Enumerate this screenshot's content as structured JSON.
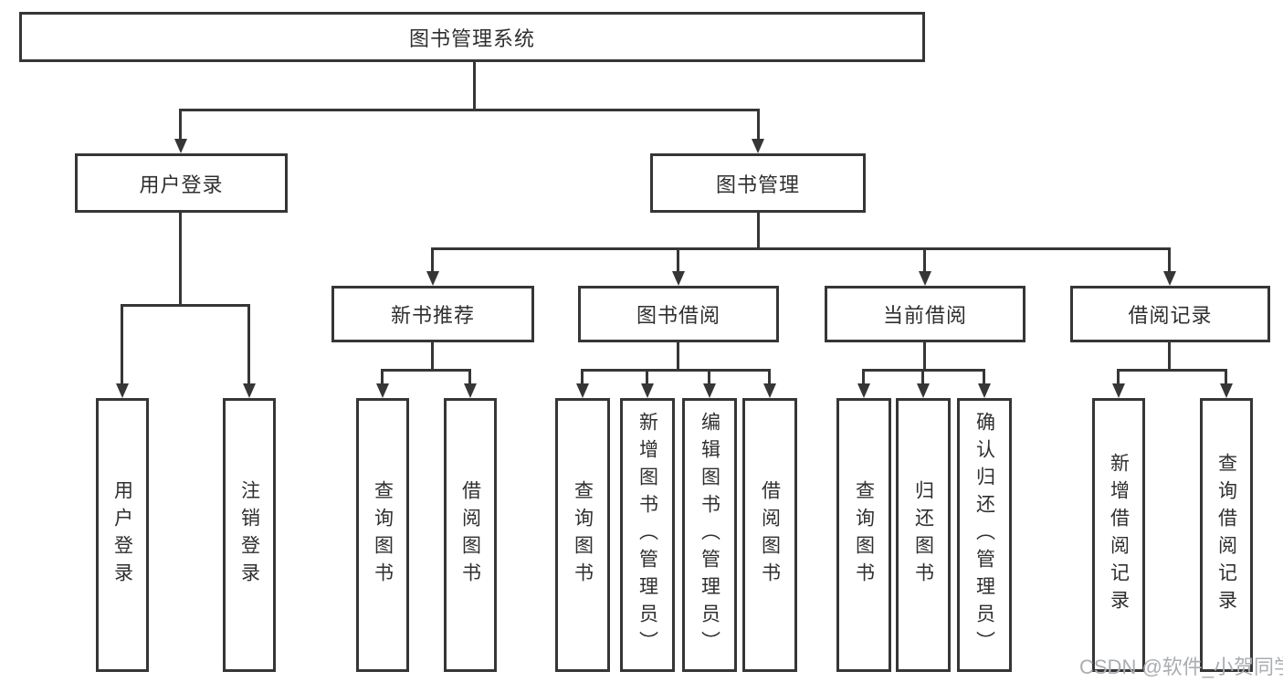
{
  "tree": {
    "root": "图书管理系统",
    "children": [
      {
        "label": "用户登录",
        "children": [
          "用户登录",
          "注销登录"
        ]
      },
      {
        "label": "图书管理",
        "children": [
          {
            "label": "新书推荐",
            "children": [
              "查询图书",
              "借阅图书"
            ]
          },
          {
            "label": "图书借阅",
            "children": [
              "查询图书",
              "新增图书（管理员）",
              "编辑图书（管理员）",
              "借阅图书"
            ]
          },
          {
            "label": "当前借阅",
            "children": [
              "查询图书",
              "归还图书",
              "确认归还（管理员）"
            ]
          },
          {
            "label": "借阅记录",
            "children": [
              "新增借阅记录",
              "查询借阅记录"
            ]
          }
        ]
      }
    ]
  },
  "watermark": {
    "text": "CSDN @软件_小贺同学"
  },
  "colors": {
    "line": "#363636",
    "box_border": "#363636",
    "text": "#2f2f2f",
    "watermark": "#aaadb2",
    "background": "#ffffff"
  }
}
